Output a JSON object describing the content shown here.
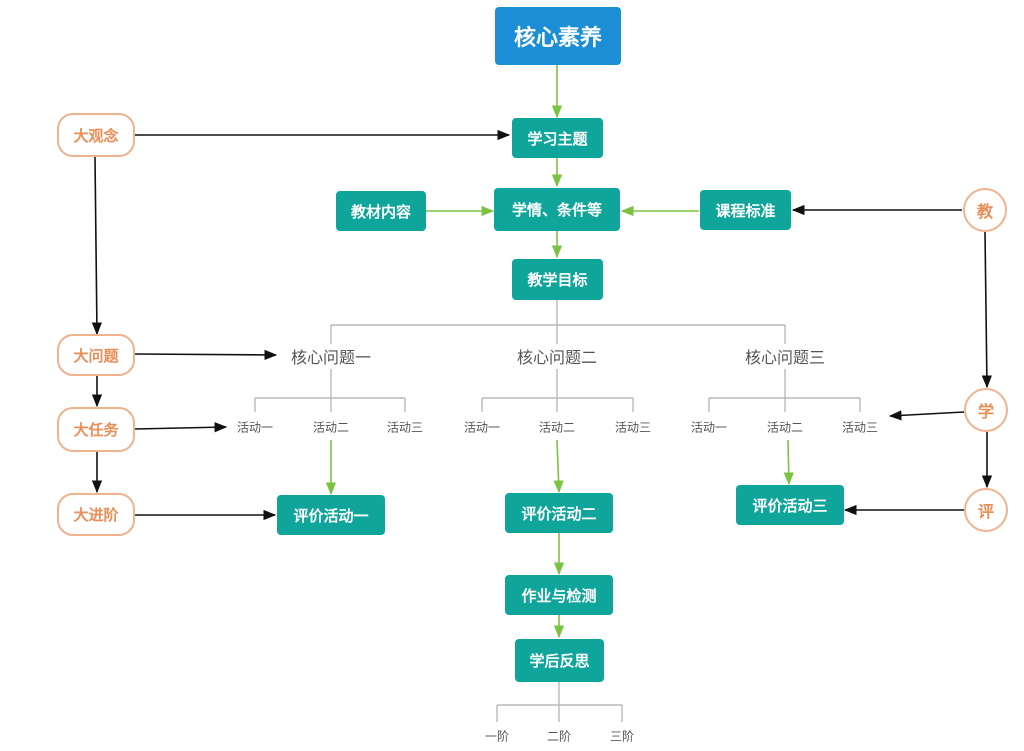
{
  "core": "核心素养",
  "chain": {
    "theme": "学习主题",
    "materials": "教材内容",
    "conditions": "学情、条件等",
    "standards": "课程标准",
    "goals": "教学目标"
  },
  "left": {
    "big_idea": "大观念",
    "big_question": "大问题",
    "big_task": "大任务",
    "big_progress": "大进阶"
  },
  "right": {
    "teach": "教",
    "learn": "学",
    "evaluate": "评"
  },
  "questions": [
    "核心问题一",
    "核心问题二",
    "核心问题三"
  ],
  "activities": {
    "group1": [
      "活动一",
      "活动二",
      "活动三"
    ],
    "group2": [
      "活动一",
      "活动二",
      "活动三"
    ],
    "group3": [
      "活动一",
      "活动二",
      "活动三"
    ]
  },
  "evaluations": [
    "评价活动一",
    "评价活动二",
    "评价活动三"
  ],
  "homework": "作业与检测",
  "reflection": "学后反思",
  "steps": [
    "一阶",
    "二阶",
    "三阶"
  ],
  "colors": {
    "top": "#1b8ed6",
    "teal": "#0fa59a",
    "orange": "#ea8e57",
    "green_arrow": "#7cc242",
    "gray_line": "#b8b8b8",
    "black_arrow": "#111111"
  }
}
